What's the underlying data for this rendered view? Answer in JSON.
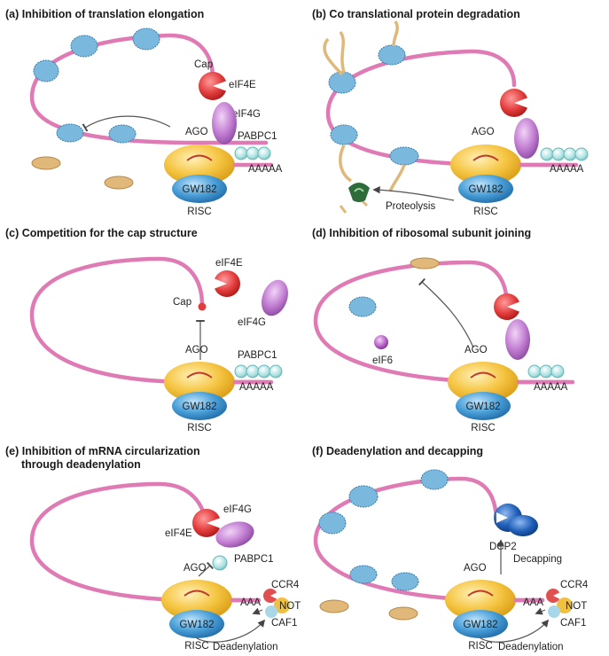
{
  "panels": {
    "a": {
      "title": "(a) Inhibition of translation elongation",
      "cap": "Cap",
      "eif4e": "eIF4E",
      "eif4g": "eIF4G",
      "pabpc1": "PABPC1",
      "ago": "AGO",
      "polya": "AAAAA",
      "gw182": "GW182",
      "risc": "RISC"
    },
    "b": {
      "title": "(b) Co translational protein degradation",
      "ago": "AGO",
      "polya": "AAAAA",
      "gw182": "GW182",
      "risc": "RISC",
      "proteolysis": "Proteolysis"
    },
    "c": {
      "title": "(c) Competition for the cap structure",
      "eif4e": "eIF4E",
      "cap": "Cap",
      "eif4g": "eIF4G",
      "ago": "AGO",
      "pabpc1": "PABPC1",
      "polya": "AAAAA",
      "gw182": "GW182",
      "risc": "RISC"
    },
    "d": {
      "title": "(d) Inhibition of ribosomal subunit joining",
      "eif6": "eIF6",
      "ago": "AGO",
      "polya": "AAAAA",
      "gw182": "GW182",
      "risc": "RISC"
    },
    "e": {
      "title_line1": "(e) Inhibition of mRNA circularization",
      "title_line2": "through deadenylation",
      "eif4g": "eIF4G",
      "eif4e": "eIF4E",
      "ago": "AGO",
      "pabpc1": "PABPC1",
      "polya": "AAA",
      "ccr4": "CCR4",
      "not": "NOT",
      "caf1": "CAF1",
      "gw182": "GW182",
      "risc": "RISC",
      "deadenylation": "Deadenylation"
    },
    "f": {
      "title": "(f) Deadenylation and decapping",
      "dcp2": "DCP2",
      "decapping": "Decapping",
      "ago": "AGO",
      "polya": "AAA",
      "ccr4": "CCR4",
      "not": "NOT",
      "caf1": "CAF1",
      "gw182": "GW182",
      "risc": "RISC",
      "deadenylation": "Deadenylation"
    }
  },
  "colors": {
    "mrna": "#e07ab4",
    "ago": "#f5c542",
    "gw182": "#4a9fd8",
    "eif4e": "#e23b3b",
    "eif4g": "#c07bd0",
    "pabpc1": "#a8e0e0",
    "ribosome": "#7ab8de",
    "peptide": "#dfb87a",
    "proteasome": "#2e6b3a",
    "dcp2": "#1f5fb8",
    "ccr4": "#e05050",
    "not": "#f0c040",
    "caf1": "#a8d8e8"
  },
  "icons": {
    "ribosome": "ribosome-icon",
    "peptide": "peptide-icon",
    "proteasome": "proteasome-icon",
    "eif6": "eif6-icon"
  }
}
